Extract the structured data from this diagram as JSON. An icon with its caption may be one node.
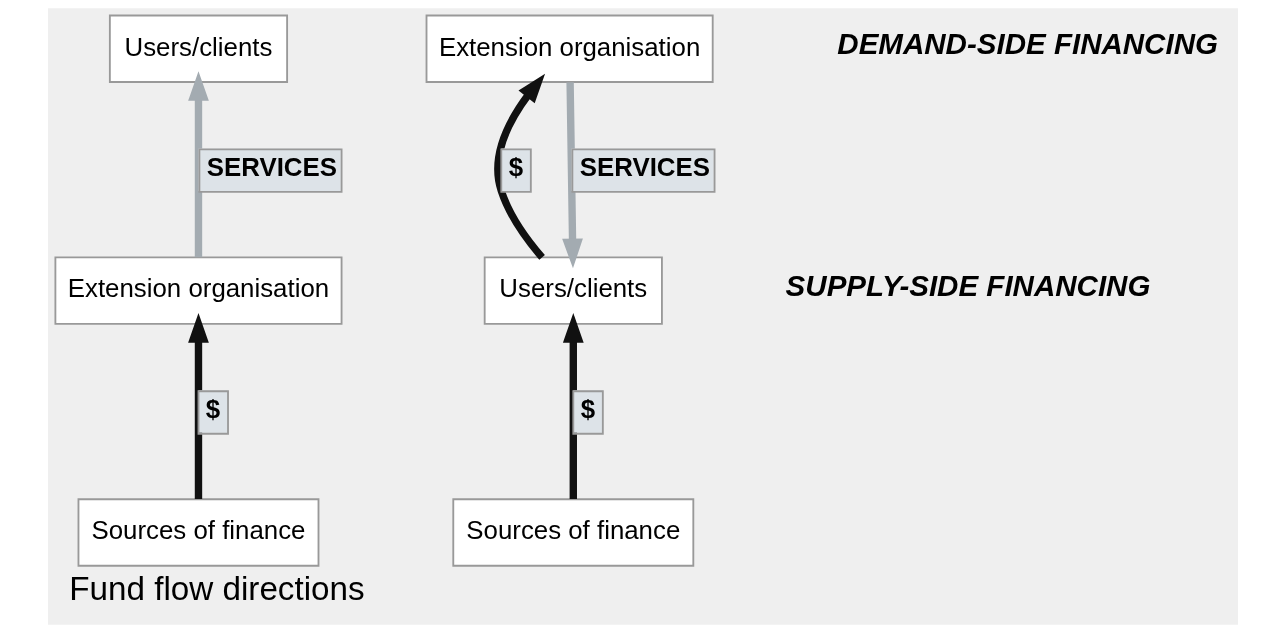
{
  "diagram": {
    "caption": "Fund flow directions",
    "nodes": [
      {
        "text": [
          "Users/clients"
        ]
      },
      {
        "text": [
          "Extension organisation"
        ]
      },
      {
        "text": [
          "Sources of finance"
        ]
      },
      {
        "text": [
          "Users/clients"
        ]
      },
      {
        "text": [
          "Extension organisation"
        ]
      },
      {
        "text": [
          "Sources of finance"
        ]
      }
    ],
    "edges": [
      {
        "from": 1,
        "to": 0,
        "arrow": "to",
        "label": "SERVICES",
        "color": "#a3abb1"
      },
      {
        "from": 2,
        "to": 1,
        "arrow": "to",
        "label": "$"
      },
      {
        "from": 5,
        "to": 3,
        "arrow": "to",
        "label": "$"
      },
      {
        "from": 3,
        "to": 4,
        "arrow": "to",
        "label": "$"
      },
      {
        "from": 4,
        "to": 3,
        "arrow": "to",
        "label": "SERVICES",
        "color": "#a3abb1"
      }
    ],
    "labels": [
      "SUPPLY-SIDE FINANCING",
      "DEMAND-SIDE FINANCING"
    ]
  }
}
